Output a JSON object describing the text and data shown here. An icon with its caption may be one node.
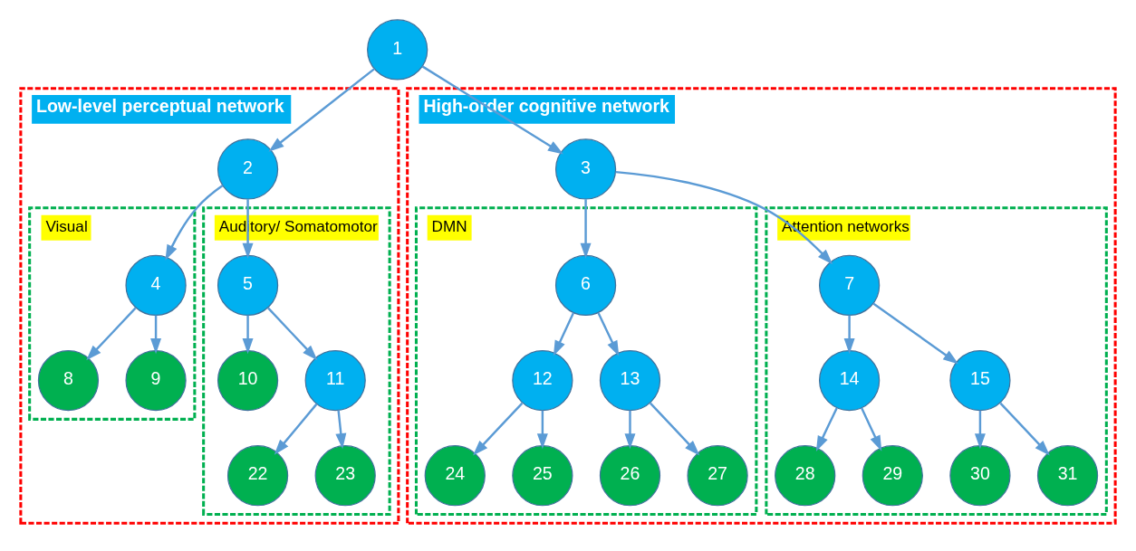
{
  "diagram": {
    "nodes": [
      {
        "text": [
          "1"
        ]
      },
      {
        "text": [
          "Low-level perceptual network"
        ]
      },
      {
        "text": [
          "2"
        ],
        "in": 1
      },
      {
        "text": [
          "Visual"
        ],
        "in": 1
      },
      {
        "text": [
          "4"
        ],
        "in": 3
      },
      {
        "text": [
          "8"
        ],
        "in": 3
      },
      {
        "text": [
          "9"
        ],
        "in": 3
      },
      {
        "text": [
          "Auditory/ Somatomotor"
        ],
        "in": 1
      },
      {
        "text": [
          "5"
        ],
        "in": 7
      },
      {
        "text": [
          "10"
        ],
        "in": 7
      },
      {
        "text": [
          "11"
        ],
        "in": 7
      },
      {
        "text": [
          "22"
        ],
        "in": 7
      },
      {
        "text": [
          "23"
        ],
        "in": 7
      },
      {
        "text": [
          "High-order cognitive network"
        ]
      },
      {
        "text": [
          "3"
        ],
        "in": 13
      },
      {
        "text": [
          "DMN"
        ],
        "in": 13
      },
      {
        "text": [
          "6"
        ],
        "in": 15
      },
      {
        "text": [
          "12"
        ],
        "in": 15
      },
      {
        "text": [
          "13"
        ],
        "in": 15
      },
      {
        "text": [
          "24"
        ],
        "in": 15
      },
      {
        "text": [
          "25"
        ],
        "in": 15
      },
      {
        "text": [
          "26"
        ],
        "in": 15
      },
      {
        "text": [
          "27"
        ],
        "in": 15
      },
      {
        "text": [
          "Attention networks"
        ],
        "in": 13
      },
      {
        "text": [
          "7"
        ],
        "in": 23
      },
      {
        "text": [
          "14"
        ],
        "in": 23
      },
      {
        "text": [
          "15"
        ],
        "in": 23
      },
      {
        "text": [
          "28"
        ],
        "in": 23
      },
      {
        "text": [
          "29"
        ],
        "in": 23
      },
      {
        "text": [
          "30"
        ],
        "in": 23
      },
      {
        "text": [
          "31"
        ],
        "in": 23
      }
    ],
    "edges": [
      {
        "from": 0,
        "to": 2,
        "arrow": "to"
      },
      {
        "from": 0,
        "to": 14,
        "arrow": "to"
      },
      {
        "from": 2,
        "to": 4,
        "arrow": "to"
      },
      {
        "from": 2,
        "to": 8,
        "arrow": "to"
      },
      {
        "from": 4,
        "to": 5,
        "arrow": "to"
      },
      {
        "from": 4,
        "to": 6,
        "arrow": "to"
      },
      {
        "from": 8,
        "to": 9,
        "arrow": "to"
      },
      {
        "from": 8,
        "to": 10,
        "arrow": "to"
      },
      {
        "from": 10,
        "to": 11,
        "arrow": "to"
      },
      {
        "from": 10,
        "to": 12,
        "arrow": "to"
      },
      {
        "from": 14,
        "to": 16,
        "arrow": "to"
      },
      {
        "from": 14,
        "to": 24,
        "arrow": "to"
      },
      {
        "from": 16,
        "to": 17,
        "arrow": "to"
      },
      {
        "from": 16,
        "to": 18,
        "arrow": "to"
      },
      {
        "from": 17,
        "to": 19,
        "arrow": "to"
      },
      {
        "from": 17,
        "to": 20,
        "arrow": "to"
      },
      {
        "from": 18,
        "to": 21,
        "arrow": "to"
      },
      {
        "from": 18,
        "to": 22,
        "arrow": "to"
      },
      {
        "from": 24,
        "to": 25,
        "arrow": "to"
      },
      {
        "from": 24,
        "to": 26,
        "arrow": "to"
      },
      {
        "from": 25,
        "to": 27,
        "arrow": "to"
      },
      {
        "from": 25,
        "to": 28,
        "arrow": "to"
      },
      {
        "from": 26,
        "to": 29,
        "arrow": "to"
      },
      {
        "from": 26,
        "to": 30,
        "arrow": "to"
      }
    ]
  }
}
